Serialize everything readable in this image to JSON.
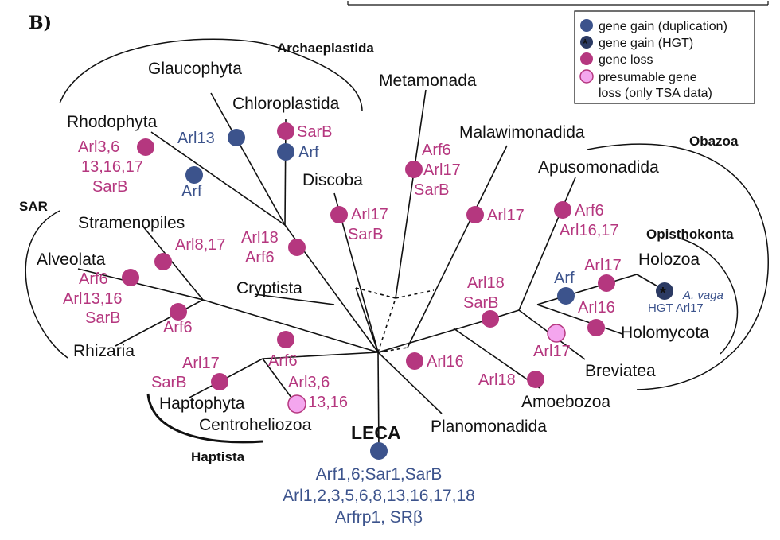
{
  "panel_label": "B)",
  "colors": {
    "gain": "#3c538c",
    "loss": "#b5377f",
    "presumable_loss": "#f4a6ee",
    "hgt": "#2b3a63"
  },
  "legend": {
    "gain_dup": "gene gain (duplication)",
    "gain_hgt": "gene gain (HGT)",
    "loss": "gene loss",
    "presumable_1": "presumable gene",
    "presumable_2": "loss (only TSA data)"
  },
  "supergroups": {
    "archaeplastida": "Archaeplastida",
    "sar": "SAR",
    "obazoa": "Obazoa",
    "opisthokonta": "Opisthokonta",
    "haptista": "Haptista"
  },
  "clades": {
    "glaucophyta": "Glaucophyta",
    "chloroplastida": "Chloroplastida",
    "rhodophyta": "Rhodophyta",
    "metamonada": "Metamonada",
    "malawimonadida": "Malawimonadida",
    "apusomonadida": "Apusomonadida",
    "discoba": "Discoba",
    "stramenopiles": "Stramenopiles",
    "alveolata": "Alveolata",
    "cryptista": "Cryptista",
    "rhizaria": "Rhizaria",
    "holozoa": "Holozoa",
    "holomycota": "Holomycota",
    "breviatea": "Breviatea",
    "amoebozoa": "Amoebozoa",
    "planomonadida": "Planomonadida",
    "haptophyta": "Haptophyta",
    "centroheliozoa": "Centroheliozoa"
  },
  "events": {
    "glauco_gain": "Arl13",
    "chloro_loss": "SarB",
    "chloro_gain": "Arf",
    "rhodo_loss_1": "Arl3,6",
    "rhodo_loss_2": "13,16,17",
    "rhodo_loss_3": "SarB",
    "rhodo_gain": "Arf",
    "arch_loss_1": "Arl18",
    "arch_loss_2": "Arf6",
    "meta_loss_1": "Arf6",
    "meta_loss_2": "Arl17",
    "meta_loss_3": "SarB",
    "discoba_loss_1": "Arl17",
    "discoba_loss_2": "SarB",
    "malawi_loss": "Arl17",
    "apuso_loss_1": "Arf6",
    "apuso_loss_2": "Arl16,17",
    "strameno_loss": "Arl8,17",
    "alveo_loss_1": "Arf6",
    "alveo_loss_2": "Arl13,16",
    "alveo_loss_3": "SarB",
    "rhiz_loss": "Arf6",
    "obazoa_loss_1": "Arl18",
    "obazoa_loss_2": "SarB",
    "opisth_gain": "Arf",
    "holozoa_loss": "Arl17",
    "avaga": "A. vaga",
    "hgt_label": "HGT Arl17",
    "holomycota_loss": "Arl16",
    "breviatea_loss": "Arl17",
    "amoebozoa_loss": "Arl18",
    "plano_loss": "Arl16",
    "haptista_loss": "Arf6",
    "hapto_loss_1": "Arl17",
    "hapto_loss_2": "SarB",
    "centro_loss_1": "Arl3,6",
    "centro_loss_2": "13,16"
  },
  "leca": {
    "label": "LECA",
    "line1": "Arf1,6;Sar1,SarB",
    "line2": "Arl1,2,3,5,6,8,13,16,17,18",
    "line3": "Arfrp1, SRβ"
  }
}
